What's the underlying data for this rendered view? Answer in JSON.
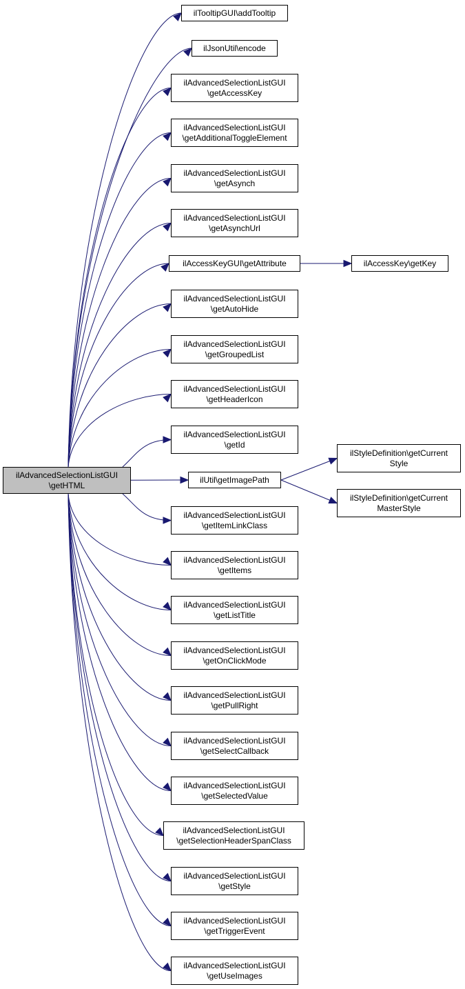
{
  "colors": {
    "edge": "#191970",
    "node_border": "#000000",
    "node_fill": "#ffffff",
    "root_fill": "#bfbfbf"
  },
  "nodes": {
    "root": [
      "ilAdvancedSelectionListGUI",
      "\\getHTML"
    ],
    "n1": [
      "ilTooltipGUI\\addTooltip"
    ],
    "n2": [
      "ilJsonUtil\\encode"
    ],
    "n3": [
      "ilAdvancedSelectionListGUI",
      "\\getAccessKey"
    ],
    "n4": [
      "ilAdvancedSelectionListGUI",
      "\\getAdditionalToggleElement"
    ],
    "n5": [
      "ilAdvancedSelectionListGUI",
      "\\getAsynch"
    ],
    "n6": [
      "ilAdvancedSelectionListGUI",
      "\\getAsynchUrl"
    ],
    "n7": [
      "ilAccessKeyGUI\\getAttribute"
    ],
    "n8": [
      "ilAccessKey\\getKey"
    ],
    "n9": [
      "ilAdvancedSelectionListGUI",
      "\\getAutoHide"
    ],
    "n10": [
      "ilAdvancedSelectionListGUI",
      "\\getGroupedList"
    ],
    "n11": [
      "ilAdvancedSelectionListGUI",
      "\\getHeaderIcon"
    ],
    "n12": [
      "ilAdvancedSelectionListGUI",
      "\\getId"
    ],
    "n13": [
      "ilUtil\\getImagePath"
    ],
    "n14": [
      "ilStyleDefinition\\getCurrent",
      "Style"
    ],
    "n15": [
      "ilStyleDefinition\\getCurrent",
      "MasterStyle"
    ],
    "n16": [
      "ilAdvancedSelectionListGUI",
      "\\getItemLinkClass"
    ],
    "n17": [
      "ilAdvancedSelectionListGUI",
      "\\getItems"
    ],
    "n18": [
      "ilAdvancedSelectionListGUI",
      "\\getListTitle"
    ],
    "n19": [
      "ilAdvancedSelectionListGUI",
      "\\getOnClickMode"
    ],
    "n20": [
      "ilAdvancedSelectionListGUI",
      "\\getPullRight"
    ],
    "n21": [
      "ilAdvancedSelectionListGUI",
      "\\getSelectCallback"
    ],
    "n22": [
      "ilAdvancedSelectionListGUI",
      "\\getSelectedValue"
    ],
    "n23": [
      "ilAdvancedSelectionListGUI",
      "\\getSelectionHeaderSpanClass"
    ],
    "n24": [
      "ilAdvancedSelectionListGUI",
      "\\getStyle"
    ],
    "n25": [
      "ilAdvancedSelectionListGUI",
      "\\getTriggerEvent"
    ],
    "n26": [
      "ilAdvancedSelectionListGUI",
      "\\getUseImages"
    ]
  },
  "edges": [
    [
      "root",
      "n1"
    ],
    [
      "root",
      "n2"
    ],
    [
      "root",
      "n3"
    ],
    [
      "root",
      "n4"
    ],
    [
      "root",
      "n5"
    ],
    [
      "root",
      "n6"
    ],
    [
      "root",
      "n7"
    ],
    [
      "root",
      "n9"
    ],
    [
      "root",
      "n10"
    ],
    [
      "root",
      "n11"
    ],
    [
      "root",
      "n12"
    ],
    [
      "root",
      "n13"
    ],
    [
      "root",
      "n16"
    ],
    [
      "root",
      "n17"
    ],
    [
      "root",
      "n18"
    ],
    [
      "root",
      "n19"
    ],
    [
      "root",
      "n20"
    ],
    [
      "root",
      "n21"
    ],
    [
      "root",
      "n22"
    ],
    [
      "root",
      "n23"
    ],
    [
      "root",
      "n24"
    ],
    [
      "root",
      "n25"
    ],
    [
      "root",
      "n26"
    ],
    [
      "n7",
      "n8"
    ],
    [
      "n13",
      "n14"
    ],
    [
      "n13",
      "n15"
    ]
  ]
}
